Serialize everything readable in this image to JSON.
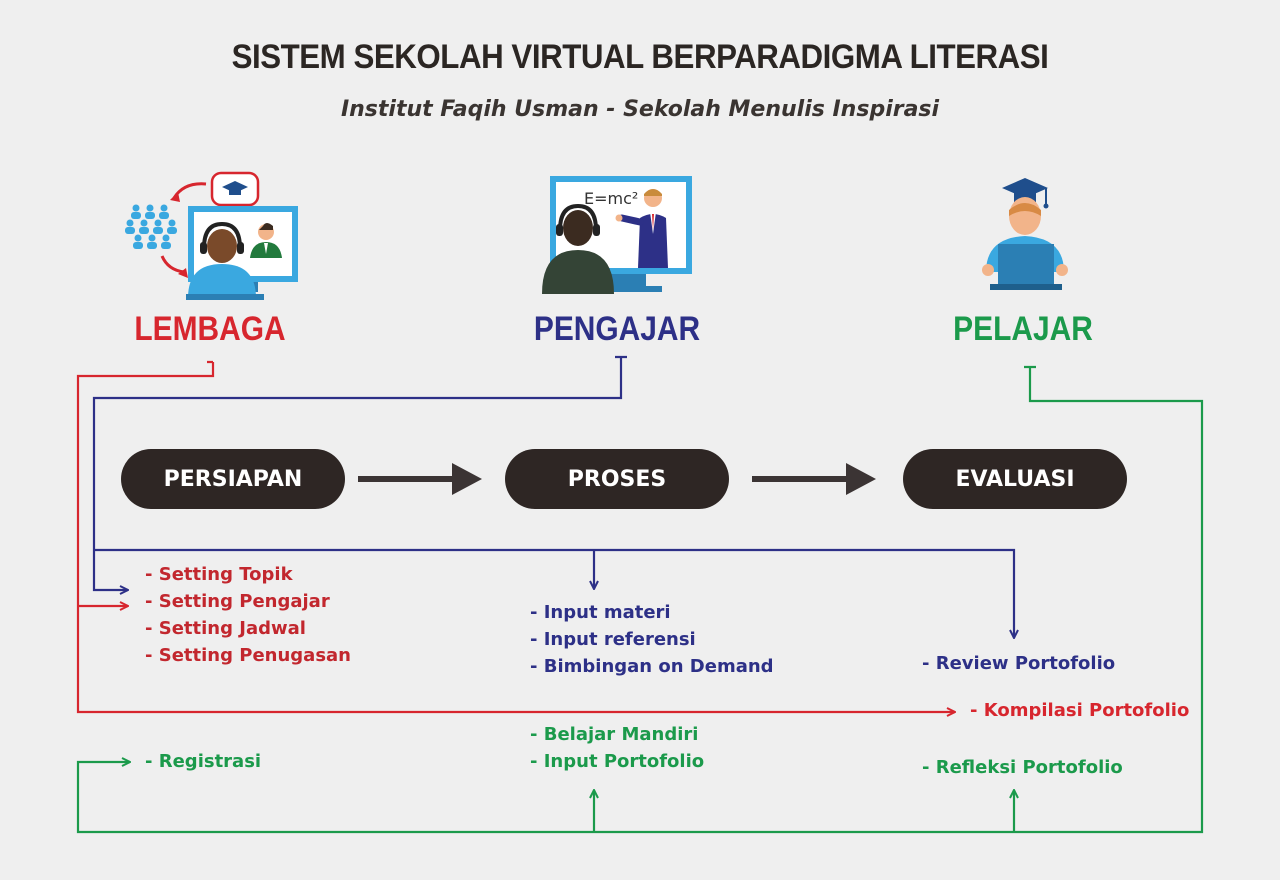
{
  "title": "SISTEM SEKOLAH VIRTUAL BERPARADIGMA LITERASI",
  "subtitle": "Institut Faqih Usman - Sekolah Menulis Inspirasi",
  "colors": {
    "lembaga": "#d7262e",
    "pengajar": "#2d3087",
    "pelajar": "#1b9a4b",
    "dark": "#2e2624",
    "background": "#efefef",
    "screen": "#3aa8e0"
  },
  "roles": {
    "lembaga": "LEMBAGA",
    "pengajar": "PENGAJAR",
    "pelajar": "PELAJAR"
  },
  "stages": {
    "persiapan": "PERSIAPAN",
    "proses": "PROSES",
    "evaluasi": "EVALUASI"
  },
  "icons": {
    "lembaga": "institution-online-class-icon",
    "pengajar": "teacher-presentation-icon",
    "pelajar": "graduate-student-laptop-icon"
  },
  "formula": "E=mc²",
  "persiapan_items": {
    "topik": "- Setting Topik",
    "pengajar": "- Setting Pengajar",
    "jadwal": "- Setting Jadwal",
    "penugasan": "- Setting Penugasan",
    "registrasi": "- Registrasi"
  },
  "proses_items": {
    "materi": "- Input materi",
    "referensi": "- Input referensi",
    "bimbingan": "- Bimbingan on Demand",
    "mandiri": "- Belajar Mandiri",
    "portofolio": "- Input Portofolio"
  },
  "evaluasi_items": {
    "review": "- Review Portofolio",
    "kompilasi": "- Kompilasi Portofolio",
    "refleksi": "- Refleksi Portofolio"
  }
}
